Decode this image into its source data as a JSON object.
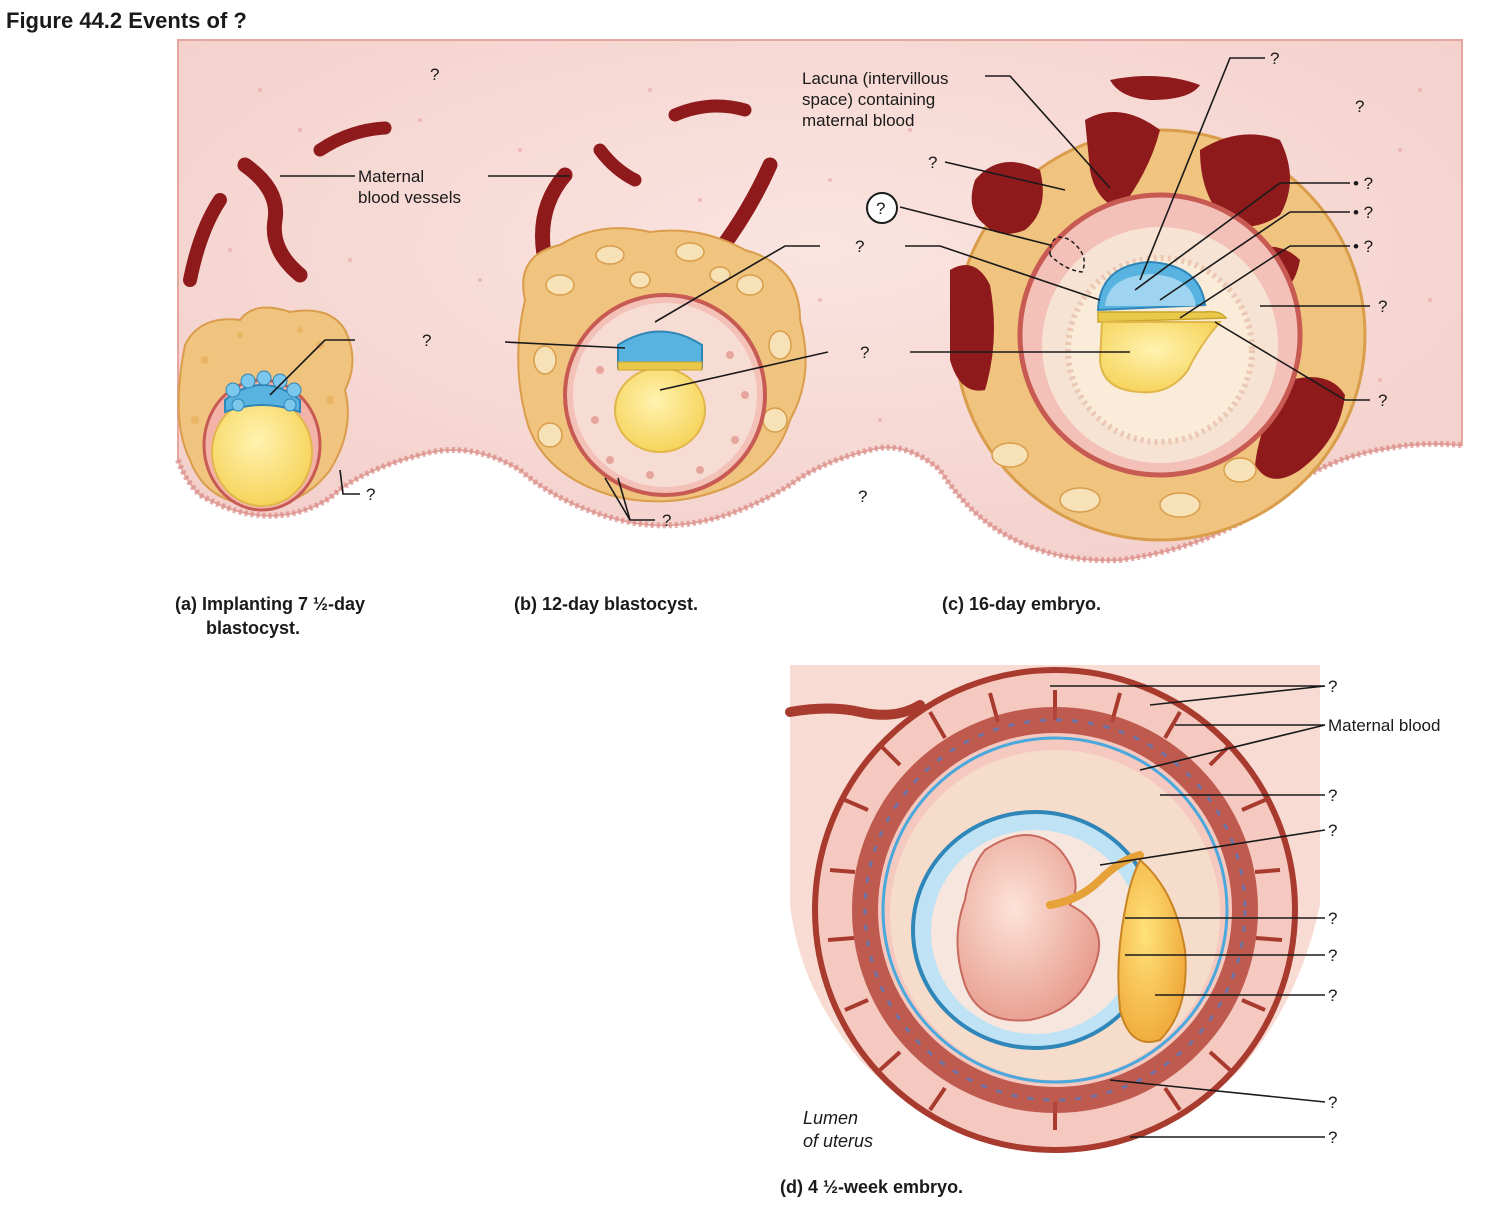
{
  "figure": {
    "title": "Figure 44.2  Events of ?"
  },
  "labels": {
    "maternal_blood_vessels": [
      "Maternal",
      "blood vessels"
    ],
    "lacuna": [
      "Lacuna (intervillous",
      "space) containing",
      "maternal blood"
    ],
    "maternal_blood": "Maternal blood",
    "lumen_of_uterus": [
      "Lumen",
      "of uterus"
    ],
    "unknown": "?",
    "bullet_unknown": "• ?"
  },
  "captions": {
    "a": [
      "(a) Implanting 7 ½-day",
      "blastocyst."
    ],
    "b": "(b) 12-day blastocyst.",
    "c": "(c) 16-day embryo.",
    "d": "(d) 4 ½-week embryo."
  },
  "colors": {
    "uterine_tissue": "#f6d6d2",
    "endometrium_edge": "#e9a9a4",
    "maternal_vessel": "#8e1a1c",
    "trophoblast": "#f0c37e",
    "cytotrophoblast": "#f7e2b8",
    "embryonic_disc_blue": "#59b3e0",
    "yolk_sac_yellow": "#fbe27a",
    "chorion_red": "#d76a5a",
    "amnion_blue": "#4aa8dc"
  }
}
